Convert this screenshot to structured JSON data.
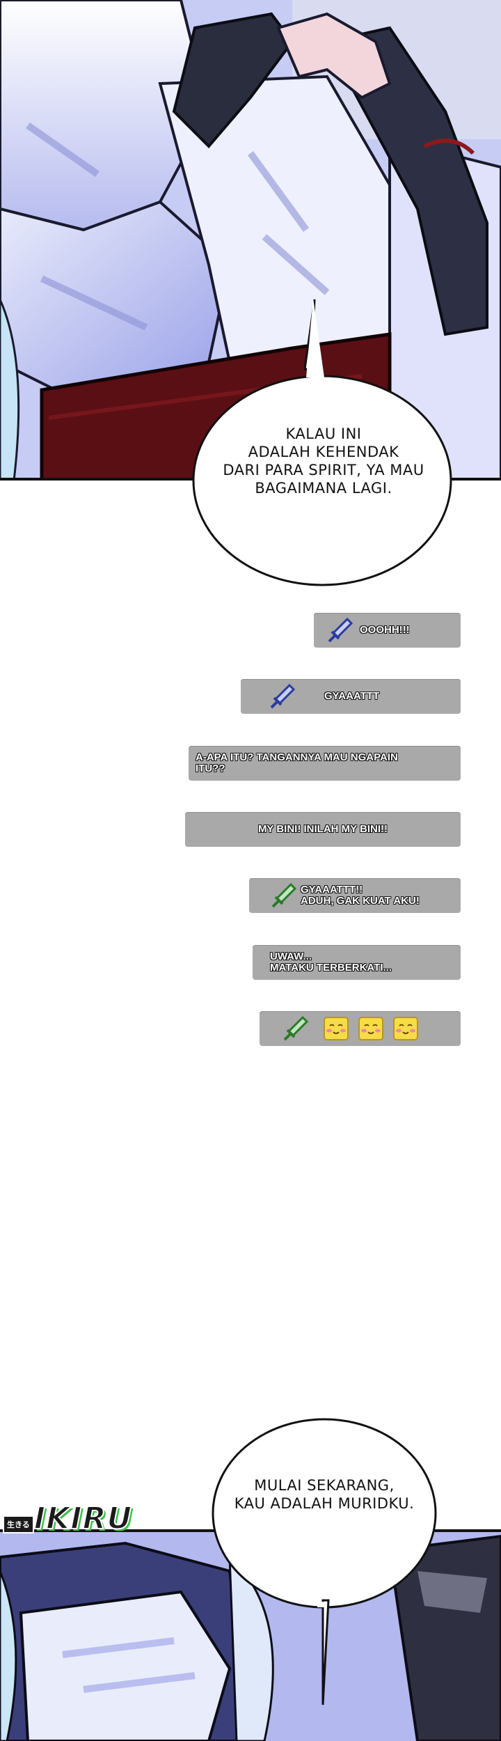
{
  "panels": {
    "top": {
      "bubble_text": [
        "KALAU INI",
        "ADALAH KEHENDAK",
        "DARI PARA SPIRIT, YA MAU",
        "BAGAIMANA LAGI."
      ]
    },
    "bottom": {
      "bubble_text": [
        "MULAI SEKARANG,",
        "KAU ADALAH MURIDKU."
      ]
    }
  },
  "chat": [
    {
      "icon": "sword-blue-icon",
      "lines": [
        "OOOHH!!!"
      ]
    },
    {
      "icon": "sword-blue-icon",
      "lines": [
        "GYAAATTT"
      ]
    },
    {
      "icon": "",
      "lines": [
        "A-APA ITU? TANGANNYA MAU NGAPAIN",
        "ITU??"
      ]
    },
    {
      "icon": "",
      "lines": [
        "MY BINI! INILAH MY BINI!!"
      ]
    },
    {
      "icon": "sword-green-icon",
      "lines": [
        "GYAAATTT!!",
        "ADUH, GAK KUAT AKU!"
      ]
    },
    {
      "icon": "",
      "lines": [
        "UWAW...",
        "MATAKU TERBERKATI..."
      ]
    },
    {
      "icon": "sword-green-icon",
      "emojis": [
        "blush-face-icon",
        "blush-face-icon",
        "blush-face-icon"
      ]
    }
  ],
  "logo": {
    "small": "生きる",
    "main": "IKIRU"
  },
  "colors": {
    "chat_bg": "#a9a9a9",
    "sword_blue": "#2a3c9c",
    "sword_green": "#2b7a2b",
    "emoji_yellow": "#f7dc4a",
    "logo_accent": "#3cc24a"
  }
}
